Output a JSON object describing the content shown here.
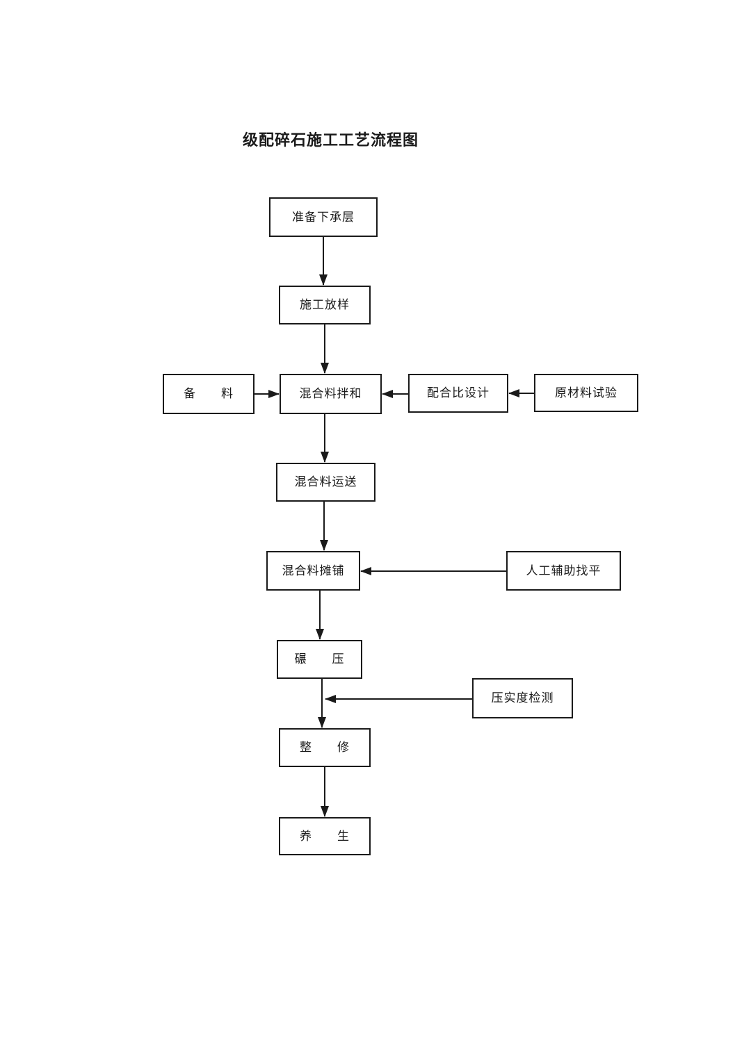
{
  "title": "级配碎石施工工艺流程图",
  "nodes": {
    "prepare_subbase": "准备下承层",
    "construction_layout": "施工放样",
    "material_preparation": "备　　料",
    "mixture_mixing": "混合料拌和",
    "mix_ratio_design": "配合比设计",
    "raw_material_test": "原材料试验",
    "mixture_transport": "混合料运送",
    "mixture_paving": "混合料摊铺",
    "manual_leveling": "人工辅助找平",
    "rolling": "碾　　压",
    "compaction_test": "压实度检测",
    "finishing": "整　　修",
    "curing": "养　　生"
  },
  "edges": [
    {
      "from": "准备下承层",
      "to": "施工放样"
    },
    {
      "from": "施工放样",
      "to": "混合料拌和"
    },
    {
      "from": "备料",
      "to": "混合料拌和"
    },
    {
      "from": "配合比设计",
      "to": "混合料拌和"
    },
    {
      "from": "原材料试验",
      "to": "配合比设计"
    },
    {
      "from": "混合料拌和",
      "to": "混合料运送"
    },
    {
      "from": "混合料运送",
      "to": "混合料摊铺"
    },
    {
      "from": "人工辅助找平",
      "to": "混合料摊铺"
    },
    {
      "from": "混合料摊铺",
      "to": "碾压"
    },
    {
      "from": "碾压",
      "to": "整修"
    },
    {
      "from": "压实度检测",
      "to": "碾压→整修连接线"
    },
    {
      "from": "整修",
      "to": "养生"
    }
  ],
  "colors": {
    "line": "#1a1a1a",
    "box_border": "#1a1a1a",
    "text": "#1a1a1a",
    "background": "#ffffff"
  }
}
